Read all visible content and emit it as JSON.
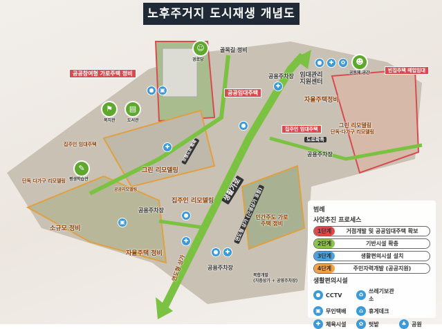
{
  "title": "노후주거지 도시재생 개념도",
  "labels": {
    "public_street_housing": "공공참여형 가로주택 정비",
    "alley": "골목길 정비",
    "public_rental": "공공임대주택",
    "parking_1": "공용주차장",
    "rental_center": "임대관리 지원센터",
    "vacant": "빈집주택 매입임대",
    "self_housing_1": "자율주택정비",
    "green_remodel_1": "그린 리모델링",
    "detached_remodel_1": "단독·다가구 리모델링",
    "landlord_rental_1": "집주인 임대주택",
    "road_widening_1": "도로확폭",
    "parking_2": "공용주차장",
    "living_street": "생활가로",
    "welfare": "복지관",
    "library": "도서관",
    "landlord_rental_2": "집주인 임대주택",
    "detached_remodel_2": "단독 다가구 리모델링",
    "pedestrian_widening": "보행도로 확폭",
    "green_remodel_2": "그린 리모델링",
    "public_remodel": "공공리모델링",
    "landlord_remodel": "집주인 리모델링",
    "parking_3": "공용주차장",
    "small_scale": "소규모 정비",
    "self_housing_2": "자율주택 정비",
    "roadside_shop_1": "연도형 상가",
    "roadside_shop_2": "연도형 상가 (근생상가 포함)",
    "private_street_housing": "민간주도 가로주택 정비",
    "parking_4": "공용주차장",
    "complex_dev": "복합개발",
    "complex_dev_detail": "(지층상가 + 공영주차장)",
    "senior_center": "경로당",
    "community": "공동체 공간",
    "learning": "평생학습관"
  },
  "legend": {
    "title": "범례",
    "process_title": "사업추진 프로세스",
    "steps": [
      {
        "tag": "1단계",
        "text": "거점개발 및 공공임대주택 확보",
        "color": "#e0474c"
      },
      {
        "tag": "2단계",
        "text": "기반시설 확충",
        "color": "#8bc34a"
      },
      {
        "tag": "3단계",
        "text": "생활편의시설 설치",
        "color": "#4aa3df"
      },
      {
        "tag": "4단계",
        "text": "주민자력개발 (공공지원)",
        "color": "#f5a142"
      }
    ],
    "facilities_title": "생활편의시설",
    "facilities": [
      {
        "label": "CCTV",
        "icon": "cctv-icon"
      },
      {
        "label": "쓰레기보관소",
        "icon": "trash-icon"
      },
      {
        "label": "무인택배",
        "icon": "parcel-icon"
      },
      {
        "label": "휴게데크",
        "icon": "deck-icon"
      },
      {
        "label": "체육시설",
        "icon": "sports-icon"
      },
      {
        "label": "텃밭",
        "icon": "garden-icon"
      },
      {
        "label": "공원",
        "icon": "park-icon"
      }
    ]
  }
}
